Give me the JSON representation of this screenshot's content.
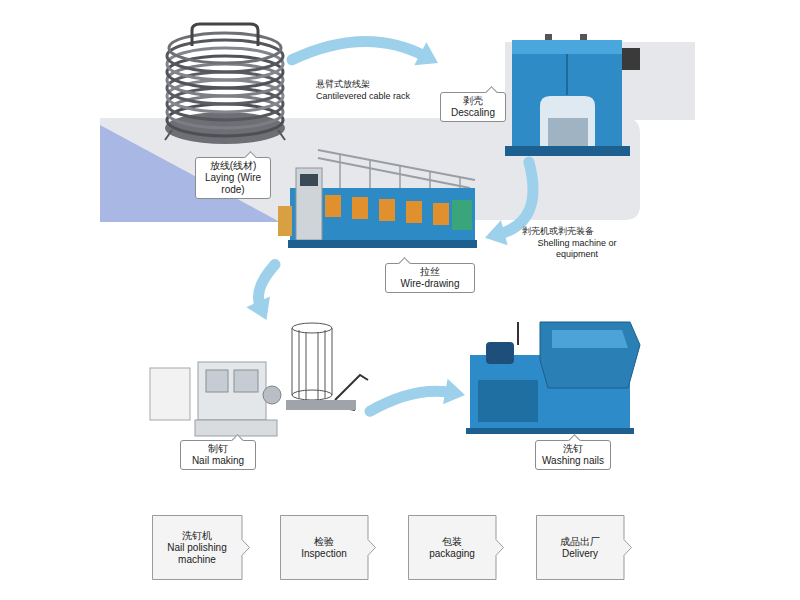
{
  "diagram": {
    "nodes": [
      {
        "text": [
          "放线(线材)",
          "Laying (Wire rode)"
        ]
      },
      {
        "text": [
          "剥壳",
          "Descaling"
        ]
      },
      {
        "text": [
          "拉丝",
          "Wire-drawing"
        ]
      },
      {
        "text": [
          "制钉",
          "Nail making"
        ]
      },
      {
        "text": [
          "洗钉",
          "Washing nails"
        ]
      },
      {
        "text": [
          "洗钉机",
          "Nail polishing machine"
        ]
      },
      {
        "text": [
          "检验",
          "Inspection"
        ]
      },
      {
        "text": [
          "包装",
          "packaging"
        ]
      },
      {
        "text": [
          "成品出厂",
          "Delivery"
        ]
      }
    ],
    "edges": [
      {
        "from": 0,
        "to": 1,
        "arrow": "to"
      },
      {
        "from": 1,
        "to": 2,
        "arrow": "to"
      },
      {
        "from": 2,
        "to": 3,
        "arrow": "to"
      },
      {
        "from": 3,
        "to": 4,
        "arrow": "to"
      }
    ],
    "labels": [
      "悬臂式放线架",
      "Cantilevered cable rack",
      "剥壳机或剥壳装备",
      "Shelling machine or equipment"
    ]
  }
}
